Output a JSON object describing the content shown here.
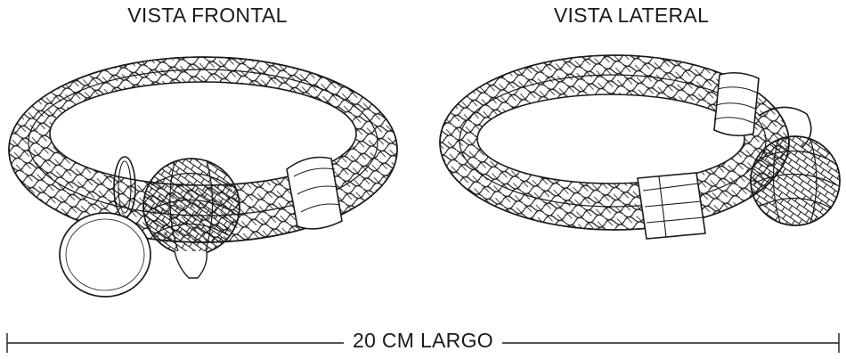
{
  "views": {
    "front_title": "VISTA FRONTAL",
    "side_title": "VISTA LATERAL"
  },
  "dimension": {
    "label": "20 CM LARGO"
  },
  "colors": {
    "line": "#1a1a1a",
    "background": "#ffffff"
  }
}
